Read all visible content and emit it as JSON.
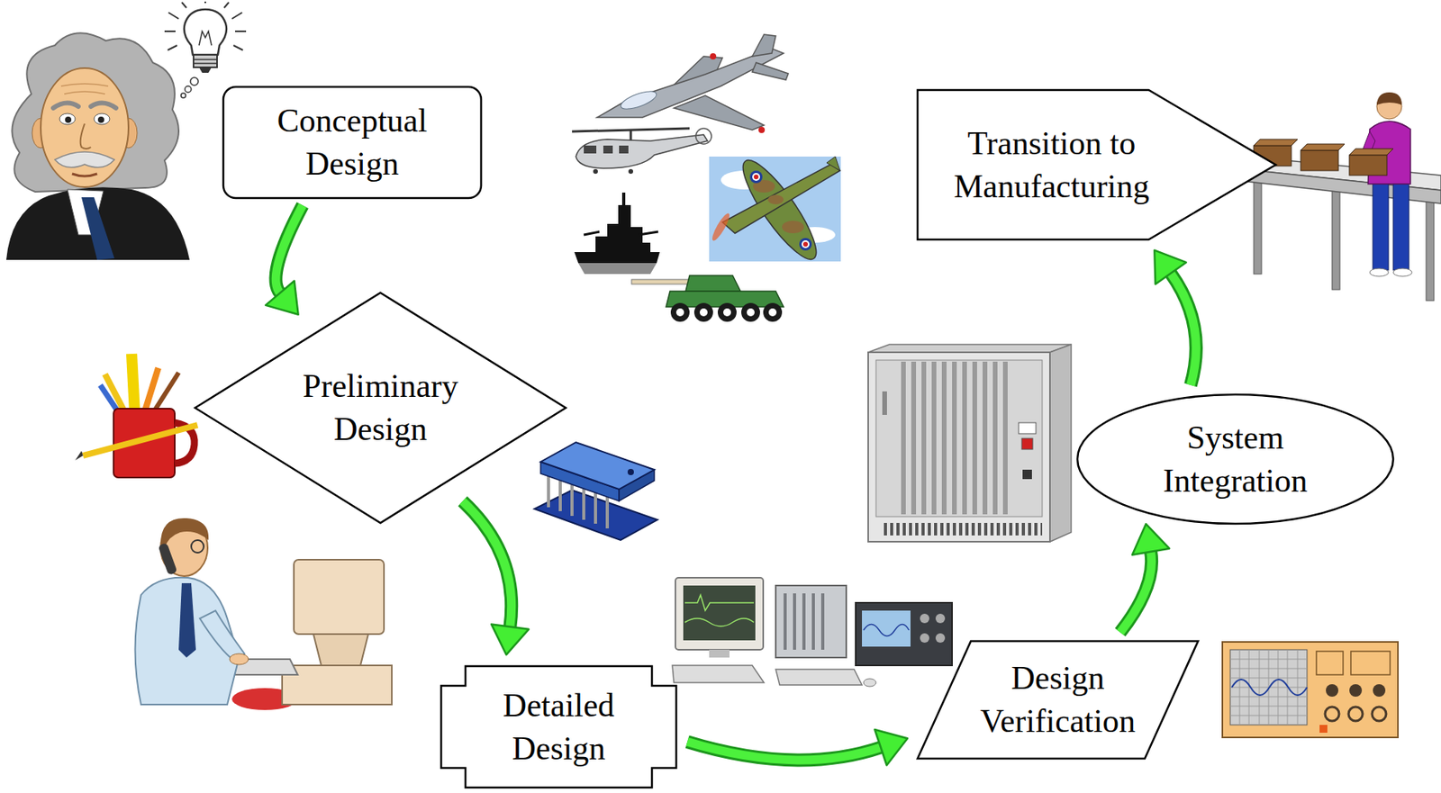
{
  "diagram": {
    "nodes": [
      {
        "text": [
          "Conceptual Design"
        ]
      },
      {
        "text": [
          "Preliminary Design"
        ]
      },
      {
        "text": [
          "Detailed Design"
        ]
      },
      {
        "text": [
          "Design Verification"
        ]
      },
      {
        "text": [
          "System Integration"
        ]
      },
      {
        "text": [
          "Transition to Manufacturing"
        ]
      }
    ],
    "edges": [
      {
        "from": 0,
        "to": 1,
        "arrow": "to"
      },
      {
        "from": 1,
        "to": 2,
        "arrow": "to"
      },
      {
        "from": 2,
        "to": 3,
        "arrow": "to"
      },
      {
        "from": 3,
        "to": 4,
        "arrow": "to"
      },
      {
        "from": 4,
        "to": 5,
        "arrow": "to"
      }
    ]
  }
}
